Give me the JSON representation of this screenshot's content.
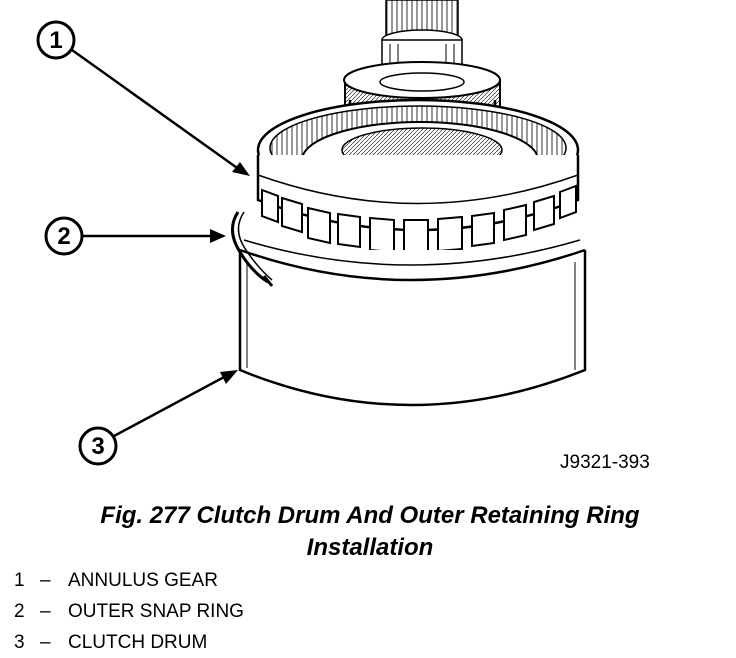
{
  "figure": {
    "figure_id": "J9321-393",
    "callouts": [
      "1",
      "2",
      "3"
    ]
  },
  "caption": {
    "line1": "Fig. 277 Clutch Drum And Outer Retaining Ring",
    "line2": "Installation"
  },
  "legend": [
    {
      "number": "1",
      "dash": "–",
      "label": "ANNULUS GEAR"
    },
    {
      "number": "2",
      "dash": "–",
      "label": "OUTER SNAP RING"
    },
    {
      "number": "3",
      "dash": "–",
      "label": "CLUTCH DRUM"
    }
  ]
}
